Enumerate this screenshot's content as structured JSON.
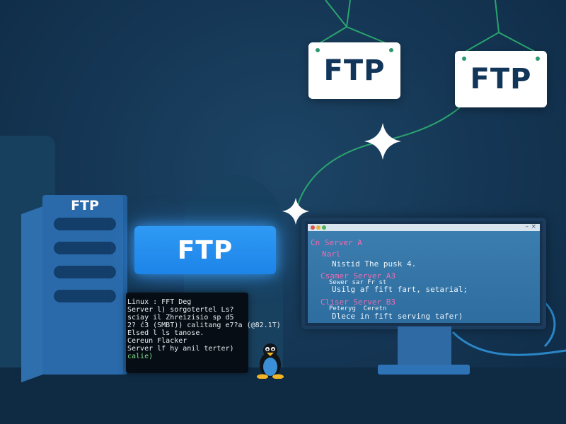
{
  "signs": {
    "sign1": "FTP",
    "sign2": "FTP"
  },
  "server": {
    "label": "FTP"
  },
  "button": {
    "label": "FTP"
  },
  "terminal": {
    "lines": [
      "Linux : FFT Deg",
      "Server l) sorgotertel Ls?",
      "sciay il Zhreizisio sp d5",
      "2? ć3 (SMBT)) calitang e7?a (@82.1T)",
      "Elsed l ls tanose.",
      "Cereun Flacker",
      "Server lf hy anil terter)",
      "calie)"
    ]
  },
  "monitor": {
    "head1": "Cn Server A",
    "head2": "Narl",
    "line1": "Nistid The pusk 4.",
    "head3": "Csamer Server A3",
    "line2": "Usilg af fift fart, setarial;",
    "head4": "Cliser Server B3",
    "line3": "Dlece in fift serving tafer)",
    "small1": "Sewer sar Fr st",
    "small2": "Peteryg  Ceretn",
    "window_min": "–",
    "window_close": "×"
  },
  "colors": {
    "background": "#143553",
    "accent_blue": "#1d84e8",
    "sign_text": "#12365a",
    "cable_green": "#2aa46e",
    "highlight_pink": "#f06bb0"
  },
  "icons": [
    "sparkle-icon",
    "tux-penguin-icon",
    "server-icon",
    "monitor-icon"
  ]
}
